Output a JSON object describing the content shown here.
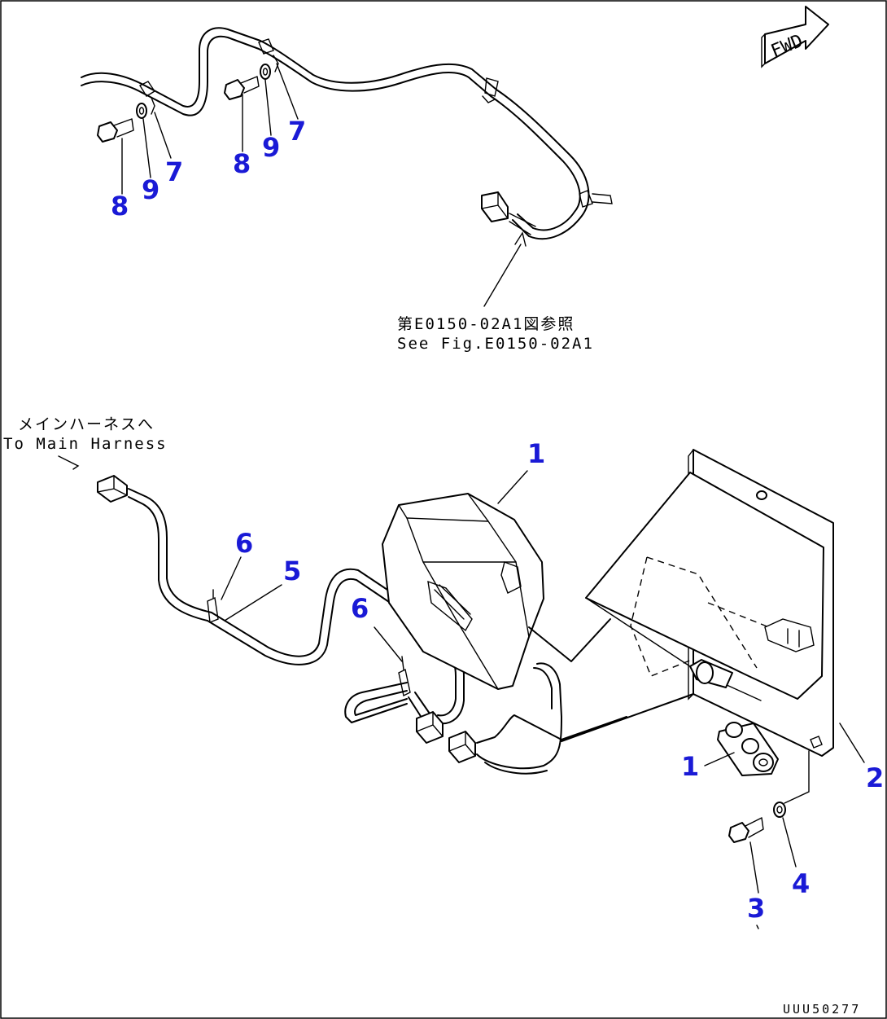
{
  "direction_arrow": {
    "label": "FWD"
  },
  "notes": {
    "see_fig_jp": "第E0150-02A1図参照",
    "see_fig_en": "See Fig.E0150-02A1",
    "to_harness_jp": "メインハーネスへ",
    "to_harness_en": "To Main Harness"
  },
  "callouts": {
    "c1_top": "1",
    "c1_bottom": "1",
    "c2": "2",
    "c3": "3",
    "c4": "4",
    "c5": "5",
    "c6_left": "6",
    "c6_right": "6",
    "c7_left": "7",
    "c7_right": "7",
    "c8_left": "8",
    "c8_right": "8",
    "c9_left": "9",
    "c9_right": "9"
  },
  "drawing_code": "UUU50277"
}
